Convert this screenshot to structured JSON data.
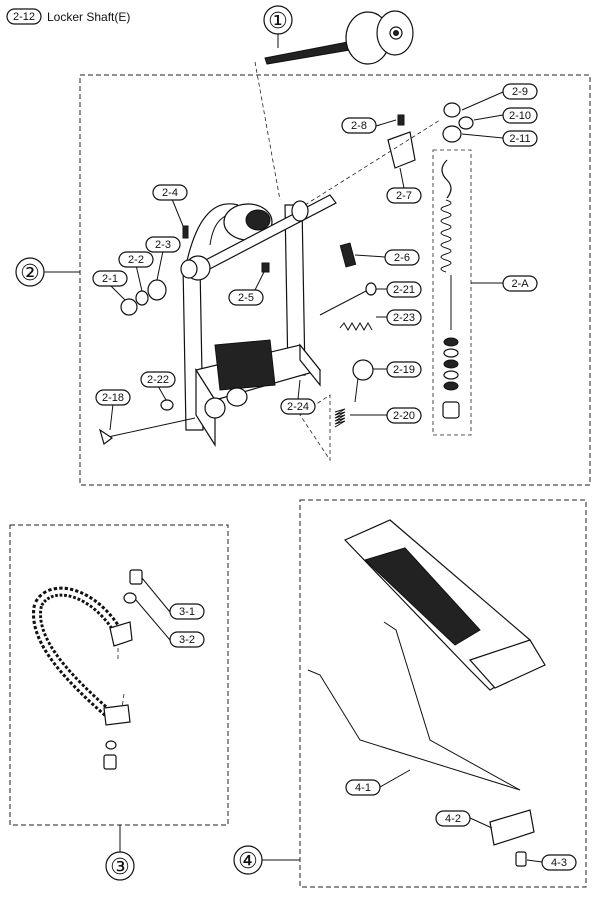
{
  "header": {
    "code": "2-12",
    "title": "Locker Shaft(E)"
  },
  "groups": {
    "g1": "①",
    "g2": "②",
    "g3": "③",
    "g4": "④"
  },
  "labels": {
    "l2_9": "2-9",
    "l2_10": "2-10",
    "l2_11": "2-11",
    "l2_8": "2-8",
    "l2_7": "2-7",
    "l2_A": "2-A",
    "l2_4": "2-4",
    "l2_3": "2-3",
    "l2_2": "2-2",
    "l2_1": "2-1",
    "l2_6": "2-6",
    "l2_5": "2-5",
    "l2_21": "2-21",
    "l2_23": "2-23",
    "l2_19": "2-19",
    "l2_22": "2-22",
    "l2_18": "2-18",
    "l2_24": "2-24",
    "l2_20": "2-20",
    "l3_1": "3-1",
    "l3_2": "3-2",
    "l4_1": "4-1",
    "l4_2": "4-2",
    "l4_3": "4-3"
  }
}
